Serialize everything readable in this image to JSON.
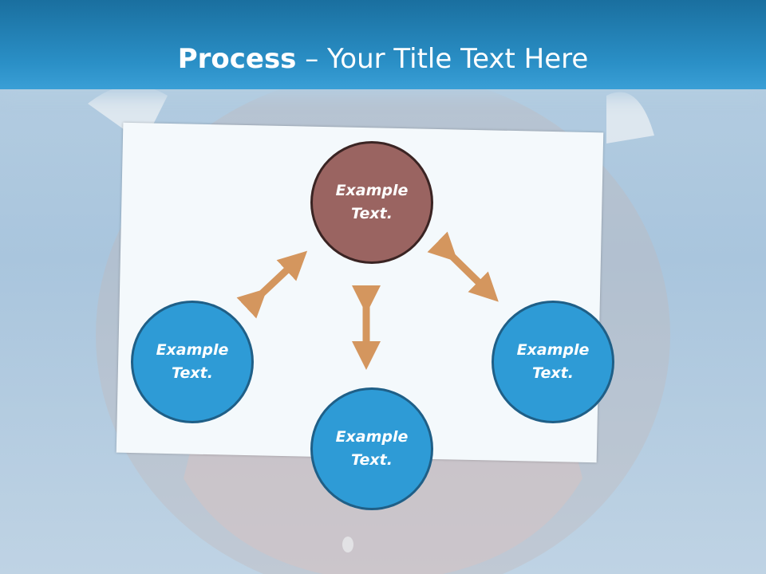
{
  "title": {
    "bold": "Process",
    "rest": " – Your Title Text Here"
  },
  "colors": {
    "accent": "#2e9bd6",
    "top_node": "#9a6461",
    "arrow": "#d4965e",
    "title_bar": "#2a8fc6"
  },
  "nodes": {
    "top": {
      "label": "Example Text."
    },
    "left": {
      "label": "Example Text."
    },
    "right": {
      "label": "Example Text."
    },
    "bottom": {
      "label": "Example Text."
    }
  }
}
